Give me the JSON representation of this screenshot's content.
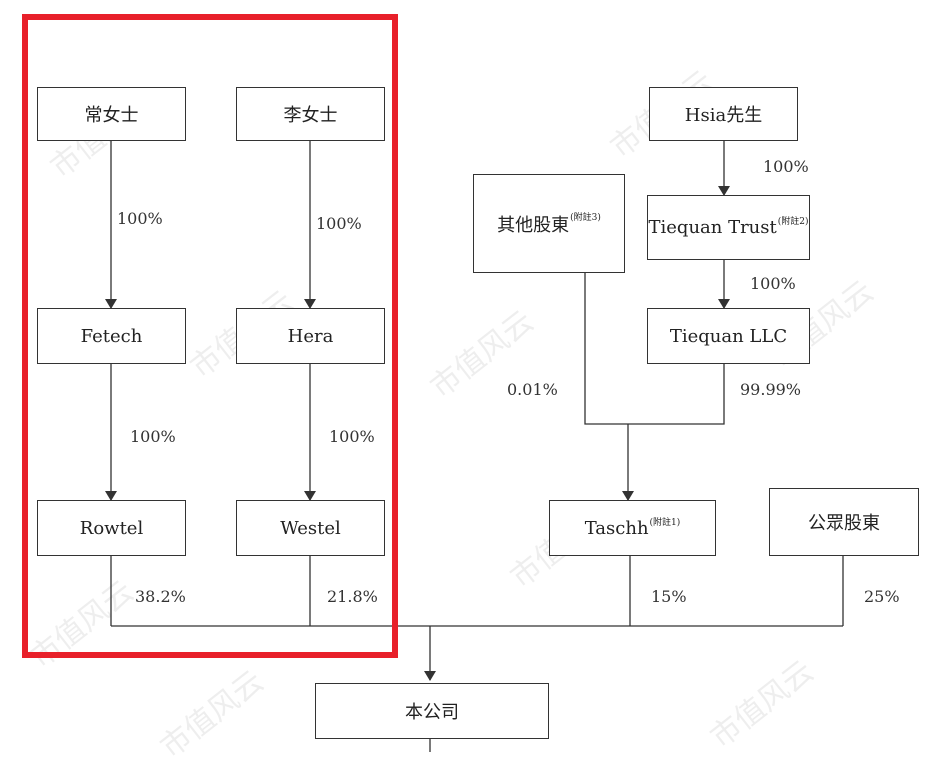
{
  "watermark": "市值风云",
  "entities": {
    "chang": "常女士",
    "li": "李女士",
    "hsia": "Hsia先生",
    "other_shareholders": "其他股東",
    "other_shareholders_note": "(附註3)",
    "tiequan_trust": "Tiequan Trust",
    "tiequan_trust_note": "(附註2)",
    "tiequan_llc": "Tiequan LLC",
    "fetech": "Fetech",
    "hera": "Hera",
    "rowtel": "Rowtel",
    "westel": "Westel",
    "taschh": "Taschh",
    "taschh_note": "(附註1)",
    "public": "公眾股東",
    "company": "本公司"
  },
  "percentages": {
    "chang_fetech": "100%",
    "li_hera": "100%",
    "hsia_trust": "100%",
    "trust_llc": "100%",
    "fetech_rowtel": "100%",
    "hera_westel": "100%",
    "other_taschh": "0.01%",
    "llc_taschh": "99.99%",
    "rowtel_company": "38.2%",
    "westel_company": "21.8%",
    "taschh_company": "15%",
    "public_company": "25%"
  },
  "colors": {
    "highlight": "#e8202a",
    "line": "#333333"
  }
}
